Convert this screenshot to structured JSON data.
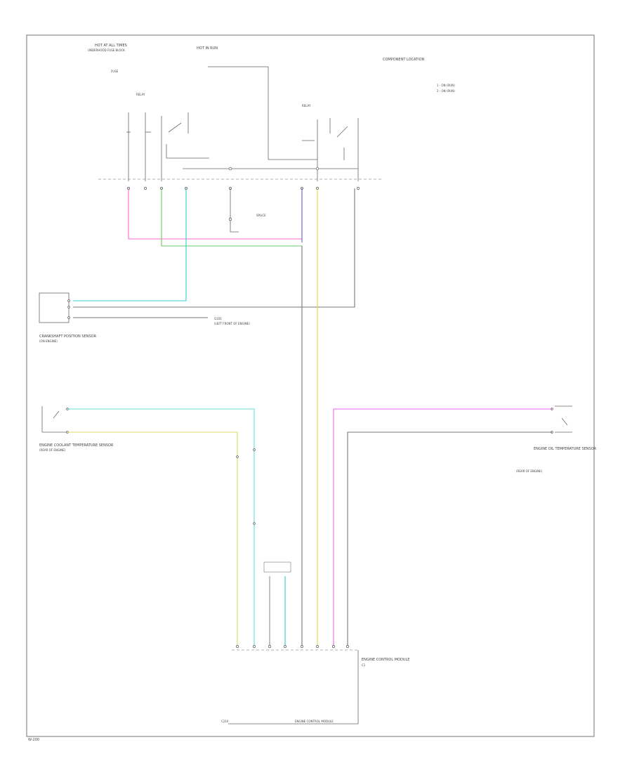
{
  "labels": {
    "fuse_block_title": "HOT AT ALL TIMES",
    "fuse_block_sub": "UNDERHOOD FUSE BLOCK",
    "hot_run": "HOT IN RUN",
    "fuse_left": "FUSE",
    "relay_left": "RELAY",
    "relay_right": "RELAY",
    "legend_title": "COMPONENT LOCATION",
    "legend_1": "1 - ON (RUN)",
    "legend_2": "2 - ON (RUN)",
    "left_splice": "SPLICE",
    "sensor_1": "CRANKSHAFT POSITION SENSOR",
    "sensor_1_sub": "(ON ENGINE)",
    "ground_ref": "G101",
    "ground_ref_sub": "(LEFT FRONT OF ENGINE)",
    "sensor_2": "ENGINE COOLANT TEMPERATURE SENSOR",
    "sensor_2_sub": "(REAR OF ENGINE)",
    "sensor_3": "ENGINE OIL TEMPERATURE SENSOR",
    "sensor_3_sub": "(REAR OF ENGINE)",
    "module_label": "ENGINE CONTROL MODULE",
    "ecm_conn": "C1",
    "bottom_left_ref": "C210",
    "bottom_right_ref": "ENGINE CONTROL MODULE",
    "corner_ref": "W-200"
  }
}
